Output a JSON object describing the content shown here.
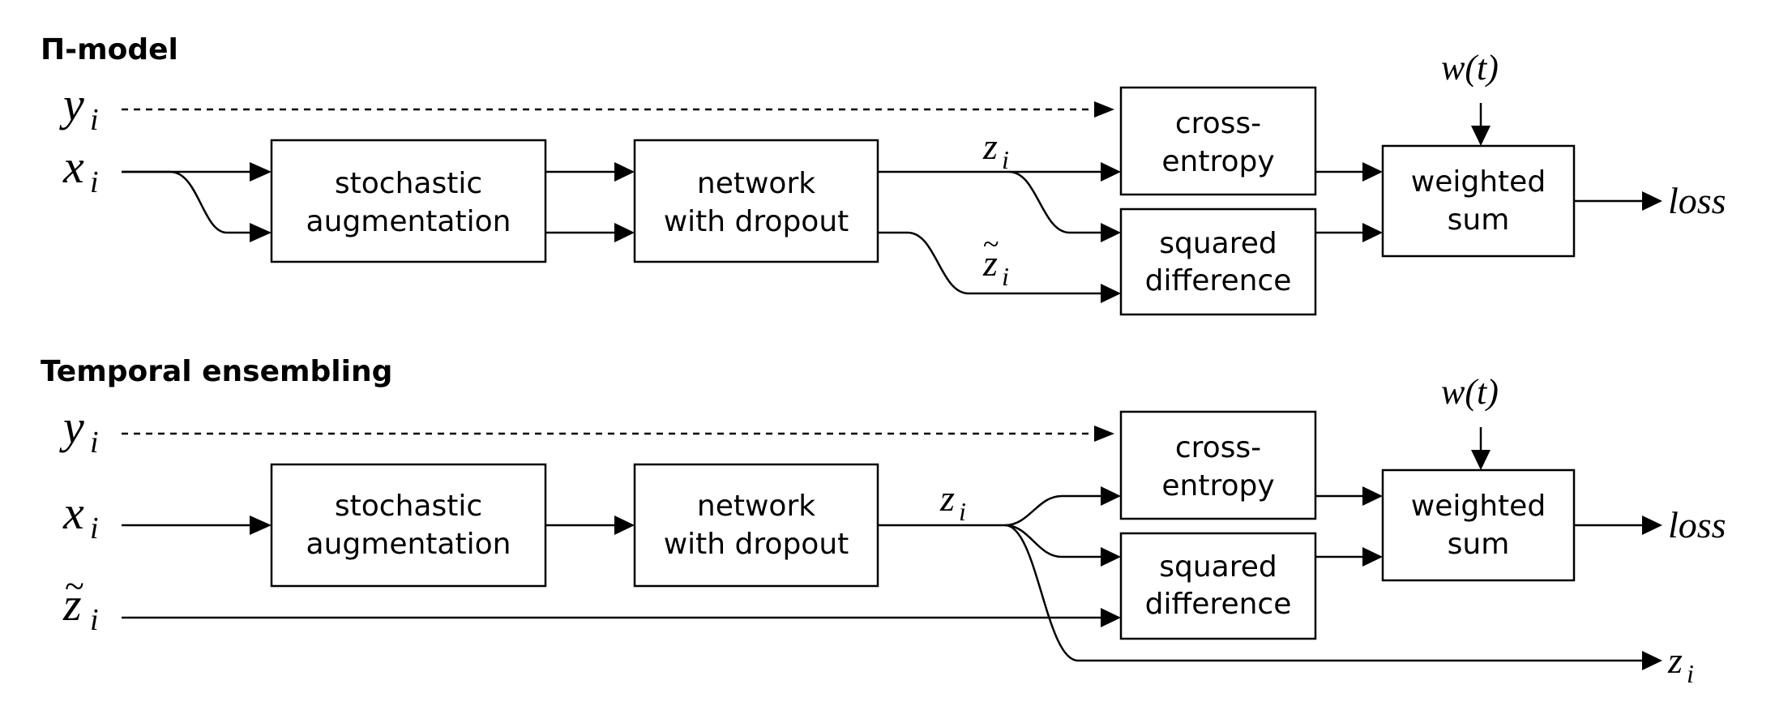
{
  "pi_model": {
    "title": "Π-model",
    "input_y": "y",
    "input_x": "x",
    "subscript": "i",
    "augmentation": [
      "stochastic",
      "augmentation"
    ],
    "network": [
      "network",
      "with dropout"
    ],
    "out_z": "z",
    "out_z_tilde": "z",
    "cross_entropy": [
      "cross-",
      "entropy"
    ],
    "squared_difference": [
      "squared",
      "difference"
    ],
    "weight_label": "w(t)",
    "weighted_sum": [
      "weighted",
      "sum"
    ],
    "loss": "loss"
  },
  "temporal": {
    "title": "Temporal ensembling",
    "input_y": "y",
    "input_x": "x",
    "input_z_tilde": "z",
    "subscript": "i",
    "augmentation": [
      "stochastic",
      "augmentation"
    ],
    "network": [
      "network",
      "with dropout"
    ],
    "out_z": "z",
    "cross_entropy": [
      "cross-",
      "entropy"
    ],
    "squared_difference": [
      "squared",
      "difference"
    ],
    "weight_label": "w(t)",
    "weighted_sum": [
      "weighted",
      "sum"
    ],
    "loss": "loss",
    "final_z": "z"
  }
}
